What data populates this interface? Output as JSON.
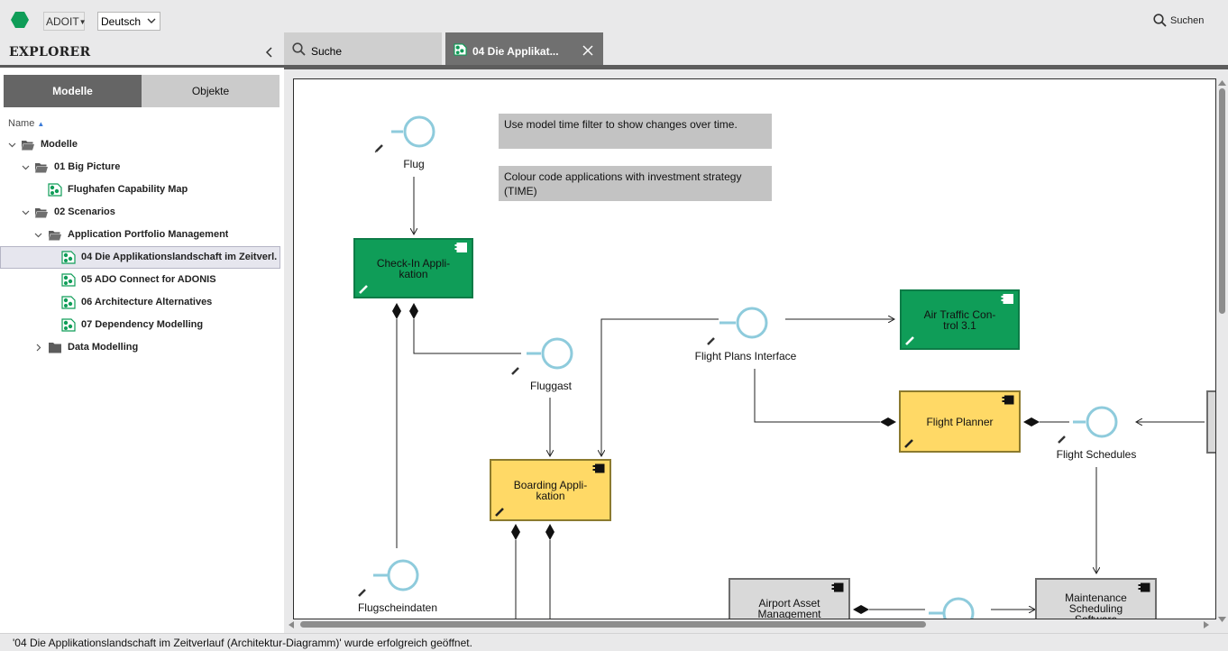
{
  "app": {
    "product_button": "ADOIT",
    "language": "Deutsch",
    "search_label": "Suchen"
  },
  "explorer": {
    "title": "EXPLORER",
    "tabs": [
      {
        "label": "Modelle",
        "active": true
      },
      {
        "label": "Objekte",
        "active": false
      }
    ],
    "column_header": "Name",
    "tree": [
      {
        "label": "Modelle",
        "type": "folder-open",
        "level": 0,
        "expanded": true
      },
      {
        "label": "01 Big Picture",
        "type": "folder-open",
        "level": 1,
        "expanded": true
      },
      {
        "label": "Flughafen Capability Map",
        "type": "model",
        "level": 2
      },
      {
        "label": "02 Scenarios",
        "type": "folder-open",
        "level": 1,
        "expanded": true
      },
      {
        "label": "Application Portfolio Management",
        "type": "folder-open",
        "level": 2,
        "expanded": true
      },
      {
        "label": "04 Die Applikationslandschaft im Zeitverl...",
        "type": "model",
        "level": 3,
        "selected": true
      },
      {
        "label": "05 ADO Connect for ADONIS",
        "type": "model",
        "level": 3
      },
      {
        "label": "06 Architecture Alternatives",
        "type": "model",
        "level": 3
      },
      {
        "label": "07 Dependency Modelling",
        "type": "model",
        "level": 3
      },
      {
        "label": "Data Modelling",
        "type": "folder-closed",
        "level": 2,
        "expanded": false
      }
    ]
  },
  "editor": {
    "tabs": [
      {
        "label": "Suche",
        "active": false
      },
      {
        "label": "04 Die Applikat...",
        "active": true
      }
    ]
  },
  "diagram": {
    "notes": [
      "Use model time filter to show changes over time.",
      "Colour code applications with investment strategy (TIME)"
    ],
    "applications": {
      "checkin": "Check-In Appli-\nkation",
      "airtraffic": "Air Traffic Con-\ntrol 3.1",
      "flightplanner": "Flight Planner",
      "boarding": "Boarding Appli-\nkation",
      "airportasset": "Airport Asset\nManagement",
      "maintenance": "Maintenance\nScheduling\nSoftware"
    },
    "interfaces": {
      "flug": "Flug",
      "fluggast": "Fluggast",
      "flightplans": "Flight Plans Interface",
      "flightschedules": "Flight Schedules",
      "flugscheindaten": "Flugscheindaten"
    },
    "colors": {
      "green": "#0f9d58",
      "yellow": "#ffd966",
      "grey": "#d9d9d9",
      "interface": "#8ecbdc"
    }
  },
  "status": {
    "message": "'04 Die Applikationslandschaft im Zeitverlauf (Architektur-Diagramm)' wurde erfolgreich geöffnet."
  }
}
